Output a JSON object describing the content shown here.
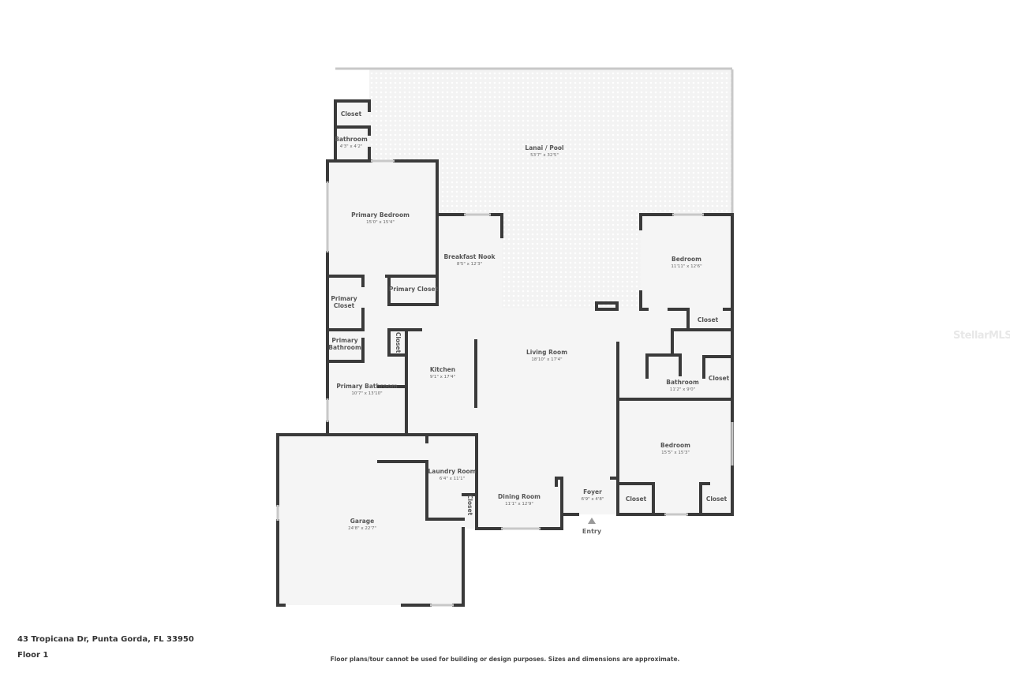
{
  "listing": {
    "address": "43 Tropicana Dr, Punta Gorda, FL 33950",
    "floor": "Floor 1",
    "disclaimer": "Floor plans/tour cannot be used for building or design purposes. Sizes and dimensions are approximate.",
    "watermark": "StellarMLS"
  },
  "entry": {
    "label": "Entry",
    "icon": "triangle-up-icon"
  },
  "rooms": {
    "lanai": {
      "name": "Lanai / Pool",
      "dims": "53'7\" x 32'5\""
    },
    "closet_nw": {
      "name": "Closet",
      "dims": ""
    },
    "bath_small": {
      "name": "Bathroom",
      "dims": "4'3\" x 4'2\""
    },
    "primary_bedroom": {
      "name": "Primary Bedroom",
      "dims": "15'0\" x 15'4\""
    },
    "breakfast_nook": {
      "name": "Breakfast Nook",
      "dims": "8'5\" x 12'3\""
    },
    "bedroom_ne": {
      "name": "Bedroom",
      "dims": "11'11\" x 12'6\""
    },
    "primary_closet_a": {
      "name": "Primary",
      "name2": "Closet"
    },
    "primary_closet_b": {
      "name": "Primary Closet"
    },
    "closet_ne": {
      "name": "Closet"
    },
    "primary_bath_small": {
      "name": "Primary",
      "name2": "Bathroom"
    },
    "closet_kitchen": {
      "name": "Closet"
    },
    "living_room": {
      "name": "Living Room",
      "dims": "18'10\" x 17'4\""
    },
    "kitchen": {
      "name": "Kitchen",
      "dims": "9'1\" x 17'4\""
    },
    "bathroom_e": {
      "name": "Bathroom",
      "dims": "11'2\" x 9'0\""
    },
    "closet_e": {
      "name": "Closet"
    },
    "primary_bathroom": {
      "name": "Primary Bathroom",
      "dims": "10'7\" x 13'10\""
    },
    "bedroom_se": {
      "name": "Bedroom",
      "dims": "15'5\" x 15'3\""
    },
    "laundry": {
      "name": "Laundry Room",
      "dims": "6'4\" x 11'1\""
    },
    "foyer": {
      "name": "Foyer",
      "dims": "6'9\" x 4'8\""
    },
    "dining": {
      "name": "Dining Room",
      "dims": "11'1\" x 12'9\""
    },
    "closet_se1": {
      "name": "Closet"
    },
    "closet_se2": {
      "name": "Closet"
    },
    "closet_laundry": {
      "name": "Closet"
    },
    "garage": {
      "name": "Garage",
      "dims": "24'8\" x 22'7\""
    }
  }
}
